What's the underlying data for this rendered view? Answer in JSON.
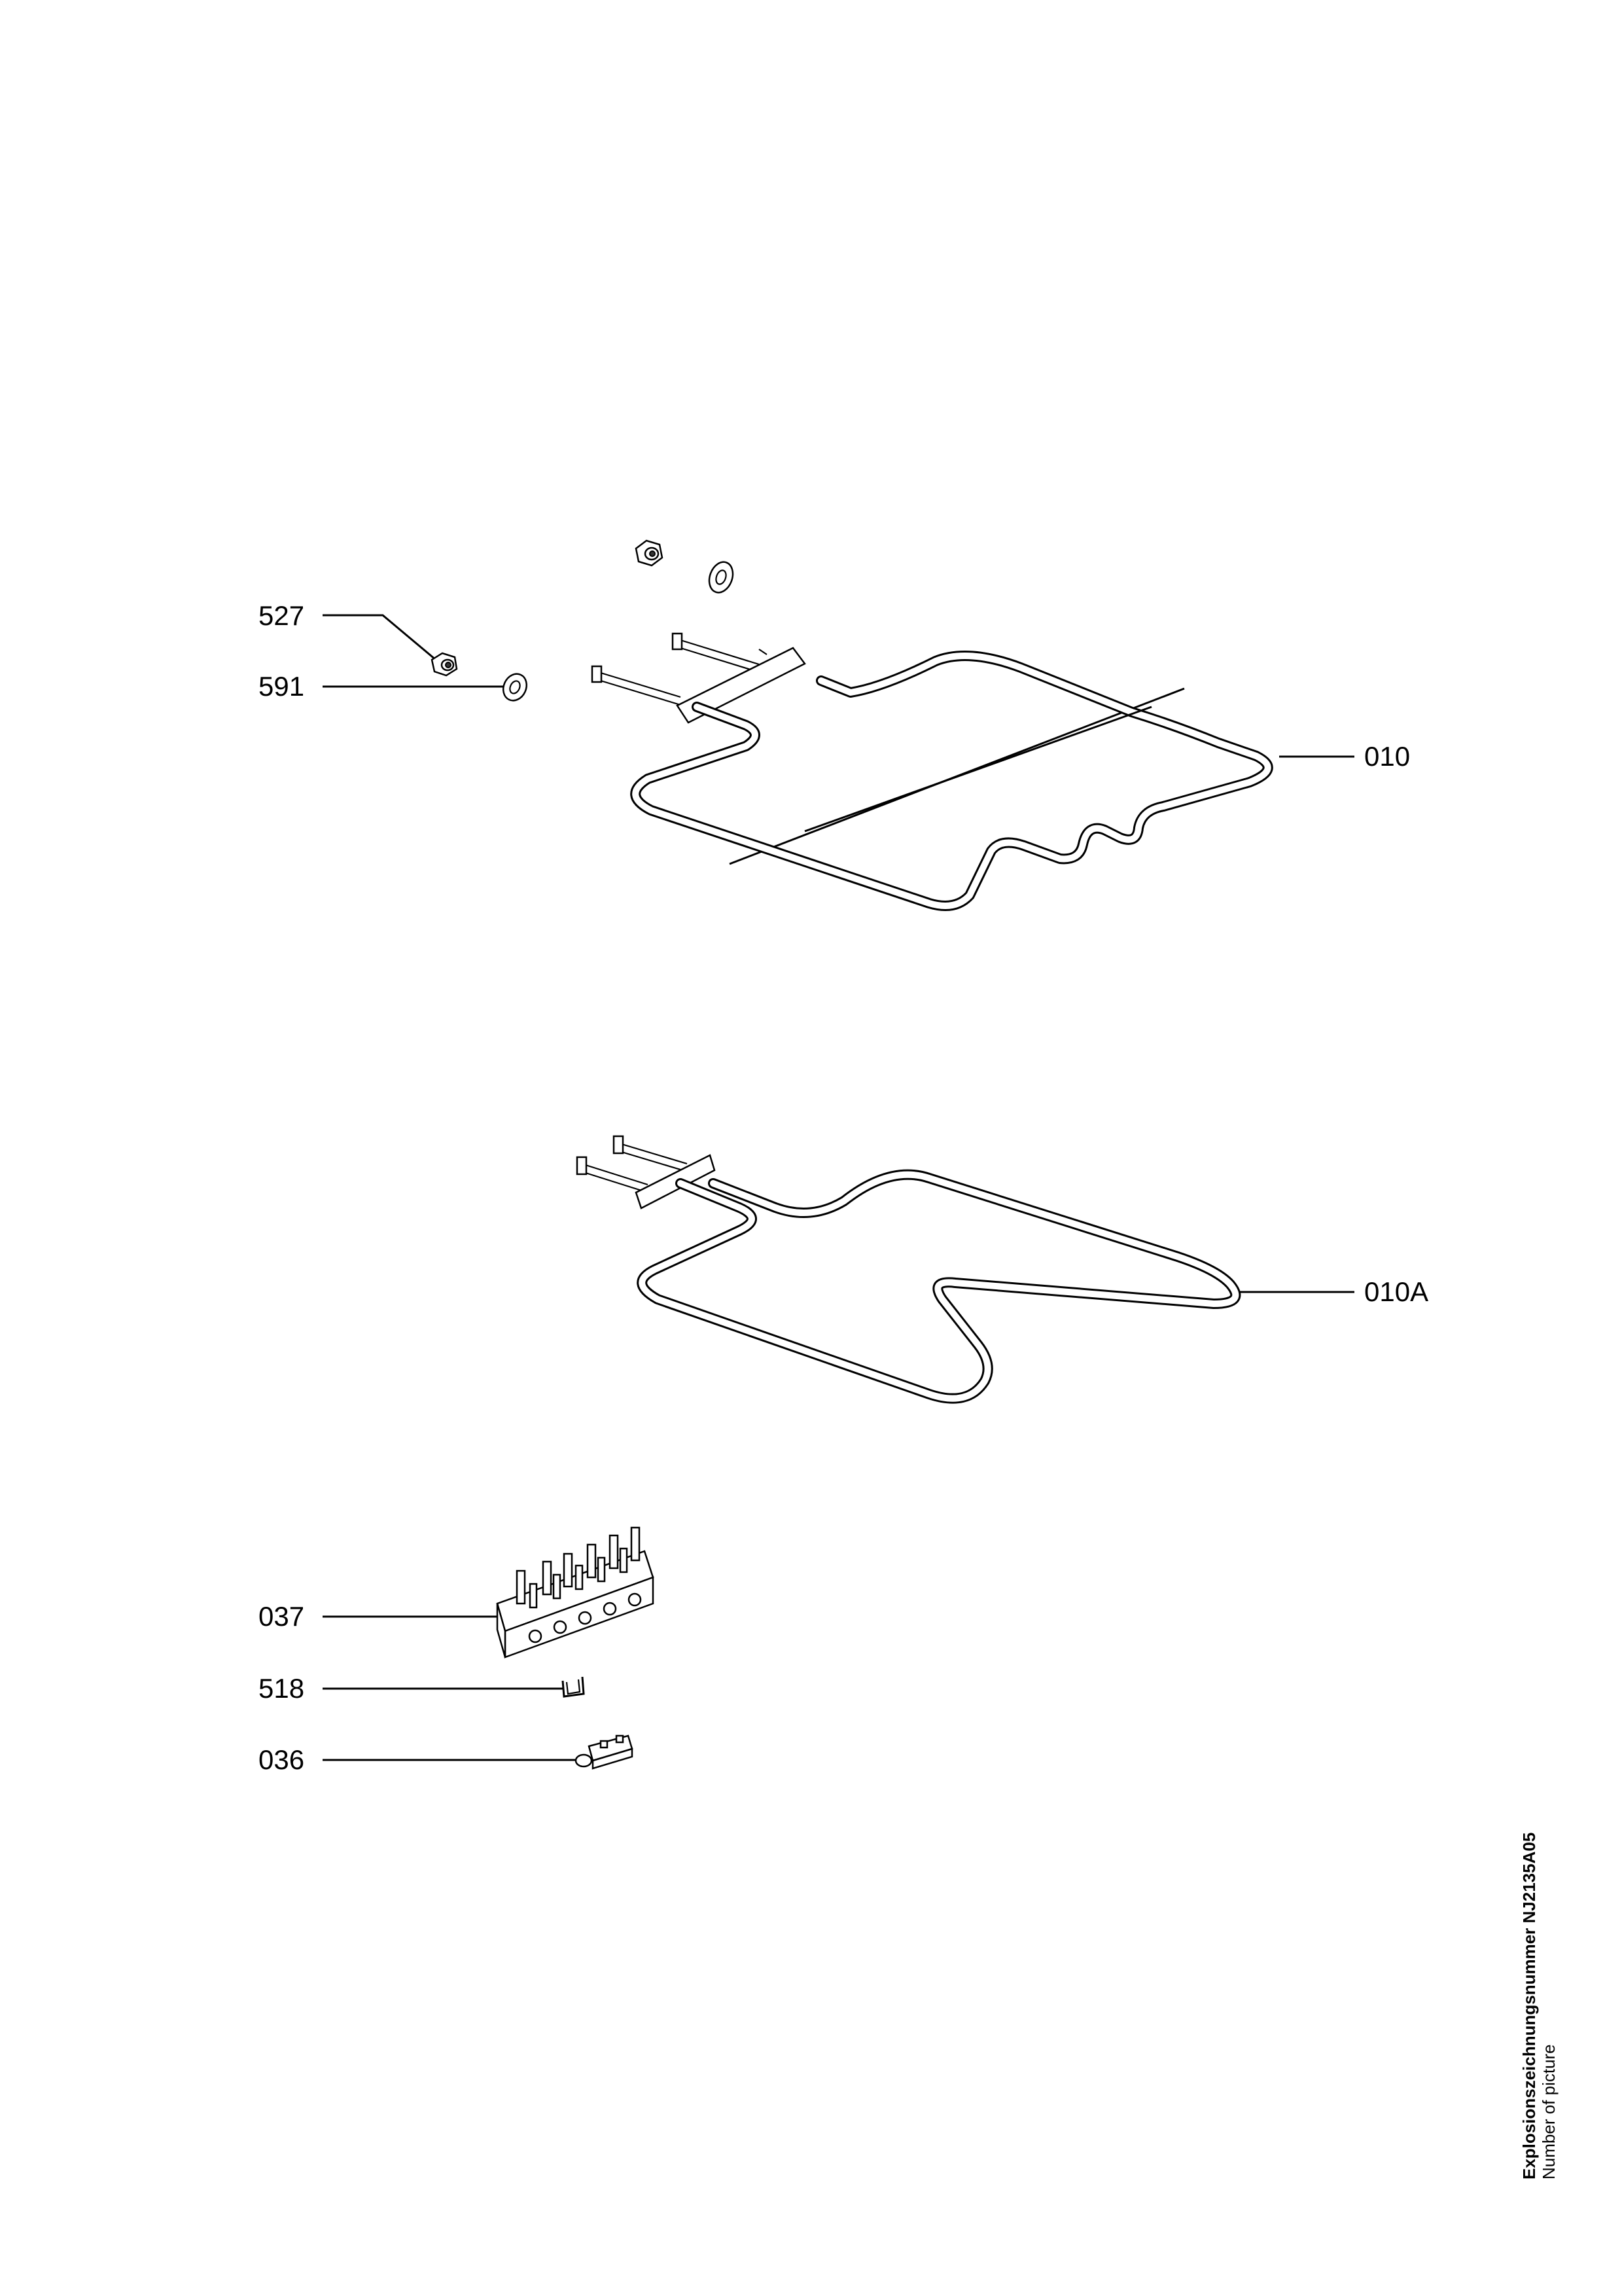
{
  "diagram": {
    "callouts": [
      {
        "id": "527",
        "label": "527"
      },
      {
        "id": "591",
        "label": "591"
      },
      {
        "id": "010",
        "label": "010"
      },
      {
        "id": "010A",
        "label": "010A"
      },
      {
        "id": "037",
        "label": "037"
      },
      {
        "id": "518",
        "label": "518"
      },
      {
        "id": "036",
        "label": "036"
      }
    ],
    "caption": {
      "title": "Explosionszeichnungsnummer NJ2135A05",
      "subtitle": "Number of picture"
    }
  }
}
